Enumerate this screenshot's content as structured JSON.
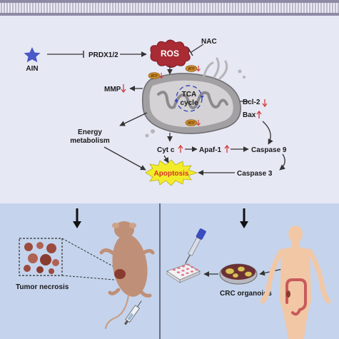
{
  "diagram": {
    "labels": {
      "ain": "AIN",
      "prdx": "PRDX1/2",
      "ros": "ROS",
      "nac": "NAC",
      "mmp": "MMP",
      "tca_line1": "TCA",
      "tca_line2": "cycle",
      "atp": "ATP",
      "bcl2": "Bcl-2",
      "bax": "Bax",
      "energy_line1": "Energy",
      "energy_line2": "metabolism",
      "cytc": "Cyt c",
      "apaf1": "Apaf-1",
      "caspase9": "Caspase 9",
      "caspase3": "Caspase 3",
      "apoptosis": "Apoptosis",
      "tumor_necrosis": "Tumor necrosis",
      "crc_organoids": "CRC organoids"
    },
    "colors": {
      "top_bg": "#e6e8f4",
      "bottom_bg": "#c5d4ec",
      "membrane": "#8e8aa6",
      "ros_fill": "#a92b34",
      "ain_star": "#4b58c8",
      "up_arrow": "#d33a3a",
      "apoptosis_burst": "#f3ec2a",
      "apoptosis_text": "#d63329",
      "mito_outer": "#a3a0a3",
      "mito_inner": "#d4d2d4",
      "atp_fill": "#c7862b",
      "mouse_fill": "#bf9077",
      "tumor_fill": "#9c4a3d",
      "skin_fill": "#f1c7a6"
    },
    "icons": [
      "star-icon",
      "ros-burst-icon",
      "mitochondrion-icon",
      "atp-badge-icon",
      "apoptosis-burst-icon",
      "tumor-tissue-icon",
      "mouse-icon",
      "syringe-icon",
      "pipette-icon",
      "well-plate-icon",
      "petri-dish-icon",
      "human-figure-icon",
      "colon-icon"
    ]
  }
}
